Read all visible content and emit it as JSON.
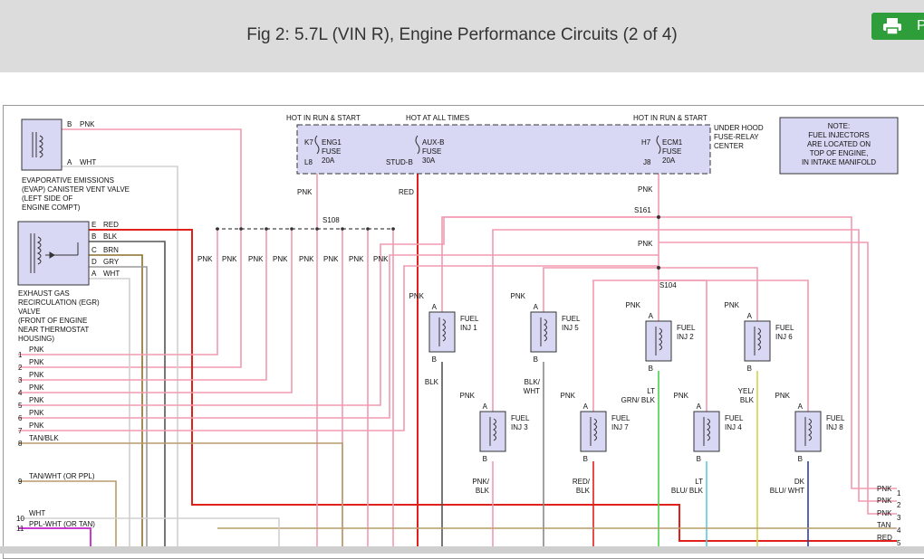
{
  "page": {
    "title": "Fig 2: 5.7L (VIN R), Engine Performance Circuits (2 of 4)",
    "print_button_label": "P"
  },
  "diagram": {
    "evap": {
      "pin_b": "B",
      "pin_b_wire": "PNK",
      "pin_a": "A",
      "pin_a_wire": "WHT",
      "label_lines": [
        "EVAPORATIVE EMISSIONS",
        "(EVAP) CANISTER VENT VALVE",
        "(LEFT SIDE OF",
        "ENGINE COMPT)"
      ]
    },
    "egr": {
      "pins": [
        {
          "pin": "E",
          "wire": "RED"
        },
        {
          "pin": "B",
          "wire": "BLK"
        },
        {
          "pin": "C",
          "wire": "BRN"
        },
        {
          "pin": "D",
          "wire": "GRY"
        },
        {
          "pin": "A",
          "wire": "WHT"
        }
      ],
      "label_lines": [
        "EXHAUST GAS",
        "RECIRCULATION (EGR)",
        "VALVE",
        "(FRONT OF ENGINE",
        "NEAR THERMOSTAT",
        "HOUSING)"
      ]
    },
    "fuse_box": {
      "hot_run_start_left": "HOT IN RUN & START",
      "hot_all_times": "HOT AT ALL TIMES",
      "hot_run_start_right": "HOT IN RUN & START",
      "box_label_lines": [
        "UNDER HOOD",
        "FUSE-RELAY",
        "CENTER"
      ],
      "eng1": {
        "top": "K7",
        "name": "ENG1",
        "fuse": "FUSE",
        "amps": "20A",
        "bottom": "L8"
      },
      "auxb": {
        "name": "AUX-B",
        "fuse": "FUSE",
        "amps": "30A",
        "bottom": "STUD-B"
      },
      "ecm1": {
        "top": "H7",
        "name": "ECM1",
        "fuse": "FUSE",
        "amps": "20A",
        "bottom": "J8"
      }
    },
    "note_lines": [
      "NOTE:",
      "FUEL INJECTORS",
      "ARE LOCATED ON",
      "TOP OF ENGINE,",
      "IN INTAKE MANIFOLD"
    ],
    "wire_labels": {
      "pnk": "PNK",
      "red": "RED",
      "s108": "S108",
      "s161": "S161",
      "s104": "S104"
    },
    "splice_pnk_labels": [
      "PNK",
      "PNK",
      "PNK",
      "PNK",
      "PNK",
      "PNK",
      "PNK",
      "PNK"
    ],
    "connector_left": [
      {
        "num": "1",
        "wire": "PNK"
      },
      {
        "num": "2",
        "wire": "PNK"
      },
      {
        "num": "3",
        "wire": "PNK"
      },
      {
        "num": "4",
        "wire": "PNK"
      },
      {
        "num": "5",
        "wire": "PNK"
      },
      {
        "num": "6",
        "wire": "PNK"
      },
      {
        "num": "7",
        "wire": "PNK"
      },
      {
        "num": "8",
        "wire": "TAN/BLK"
      },
      {
        "num": "9",
        "wire": "TAN/WHT (OR PPL)"
      },
      {
        "num": "10",
        "wire": "WHT"
      },
      {
        "num": "11",
        "wire": "PPL-WHT (OR TAN)"
      }
    ],
    "connector_right": [
      {
        "num": "1",
        "wire": "PNK"
      },
      {
        "num": "2",
        "wire": "PNK"
      },
      {
        "num": "3",
        "wire": "PNK"
      },
      {
        "num": "4",
        "wire": "TAN"
      },
      {
        "num": "5",
        "wire": "RED"
      }
    ],
    "injectors": [
      {
        "name_l1": "FUEL",
        "name_l2": "INJ 1",
        "pin_a": "A",
        "pin_b": "B",
        "in_wire": "PNK",
        "out_wire": "BLK"
      },
      {
        "name_l1": "FUEL",
        "name_l2": "INJ 5",
        "pin_a": "A",
        "pin_b": "B",
        "in_wire": "PNK",
        "out_wire": "BLK/ WHT"
      },
      {
        "name_l1": "FUEL",
        "name_l2": "INJ 2",
        "pin_a": "A",
        "pin_b": "B",
        "in_wire": "PNK",
        "out_wire": "LT GRN/ BLK"
      },
      {
        "name_l1": "FUEL",
        "name_l2": "INJ 6",
        "pin_a": "A",
        "pin_b": "B",
        "in_wire": "PNK",
        "out_wire": "YEL/ BLK"
      },
      {
        "name_l1": "FUEL",
        "name_l2": "INJ 3",
        "pin_a": "A",
        "pin_b": "B",
        "in_wire": "PNK",
        "out_wire": "PNK/ BLK"
      },
      {
        "name_l1": "FUEL",
        "name_l2": "INJ 7",
        "pin_a": "A",
        "pin_b": "B",
        "in_wire": "PNK",
        "out_wire": "RED/ BLK"
      },
      {
        "name_l1": "FUEL",
        "name_l2": "INJ 4",
        "pin_a": "A",
        "pin_b": "B",
        "in_wire": "PNK",
        "out_wire": "LT BLU/ BLK"
      },
      {
        "name_l1": "FUEL",
        "name_l2": "INJ 8",
        "pin_a": "A",
        "pin_b": "B",
        "in_wire": "PNK",
        "out_wire": "DK BLU/ WHT"
      }
    ],
    "colors": {
      "pnk": "#f29ab1",
      "red": "#e0201b",
      "blk": "#555555",
      "brn": "#8a6d2a",
      "gry": "#9a9a9a",
      "wht": "#d0d0d0",
      "tan": "#b79c6a",
      "ltgrn": "#4bd04b",
      "ltblu": "#58cbe0",
      "yel": "#d4d44a",
      "dkblu": "#2b3fa0",
      "ppl": "#c93ad0",
      "box_fill": "#d8d8f4"
    }
  }
}
